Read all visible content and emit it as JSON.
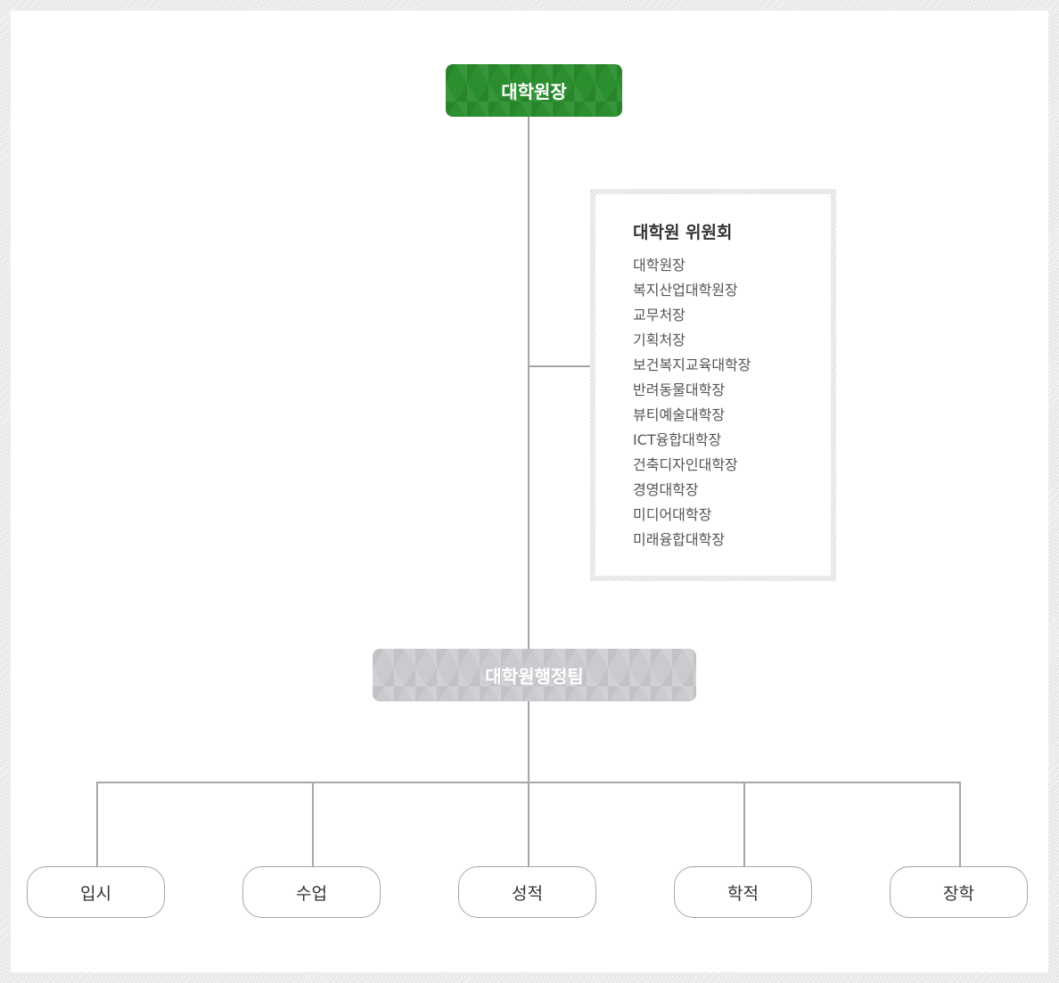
{
  "top_node": {
    "label": "대학원장"
  },
  "committee": {
    "title": "대학원 위원회",
    "members": [
      "대학원장",
      "복지산업대학원장",
      "교무처장",
      "기획처장",
      "보건복지교육대학장",
      "반려동물대학장",
      "뷰티예술대학장",
      "ICT융합대학장",
      "건축디자인대학장",
      "경영대학장",
      "미디어대학장",
      "미래융합대학장"
    ]
  },
  "admin_node": {
    "label": "대학원행정팀"
  },
  "departments": [
    {
      "label": "입시"
    },
    {
      "label": "수업"
    },
    {
      "label": "성적"
    },
    {
      "label": "학적"
    },
    {
      "label": "장학"
    }
  ],
  "colors": {
    "top_node": "#2b8f2f",
    "admin_node": "#c9cbce",
    "connector": "#a6a6a6"
  }
}
